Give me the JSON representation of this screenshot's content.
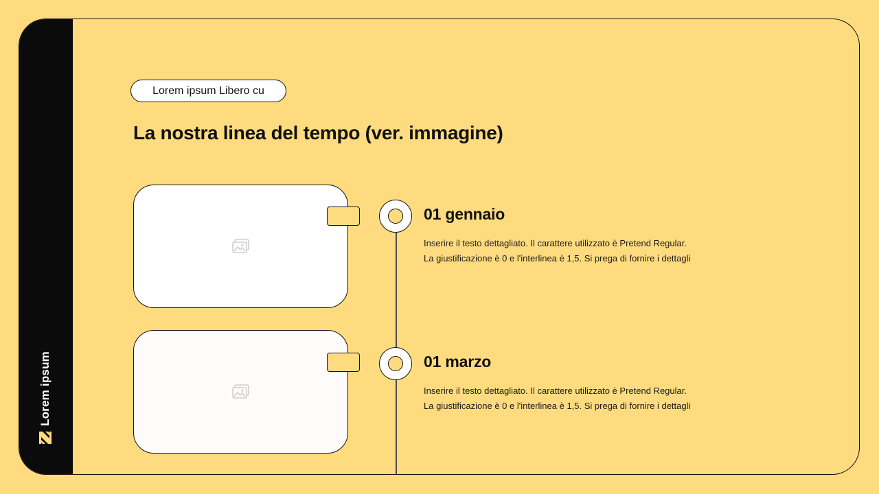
{
  "sidebar": {
    "brand_text": "Lorem ipsum",
    "logo_icon": "striped-n-logo-icon",
    "logo_color": "#fedb7f"
  },
  "header": {
    "pill_label": "Lorem ipsum Libero cu",
    "title": "La nostra linea del tempo (ver. immagine)"
  },
  "timeline": {
    "events": [
      {
        "date": "01 gennaio",
        "line1": "Inserire il testo dettagliato. Il carattere utilizzato è Pretend Regular.",
        "line2": "La giustificazione è 0 e l'interlinea è 1,5. Si prega di fornire i dettagli",
        "image_icon": "image-placeholder-icon"
      },
      {
        "date": "01 marzo",
        "line1": "Inserire il testo dettagliato. Il carattere utilizzato è Pretend Regular.",
        "line2": "La giustificazione è 0 e l'interlinea è 1,5. Si prega di fornire i dettagli",
        "image_icon": "image-placeholder-icon"
      }
    ]
  },
  "colors": {
    "background": "#fedb7f",
    "sidebar": "#0b0b0b",
    "card": "#ffffff",
    "outline": "#111111"
  }
}
